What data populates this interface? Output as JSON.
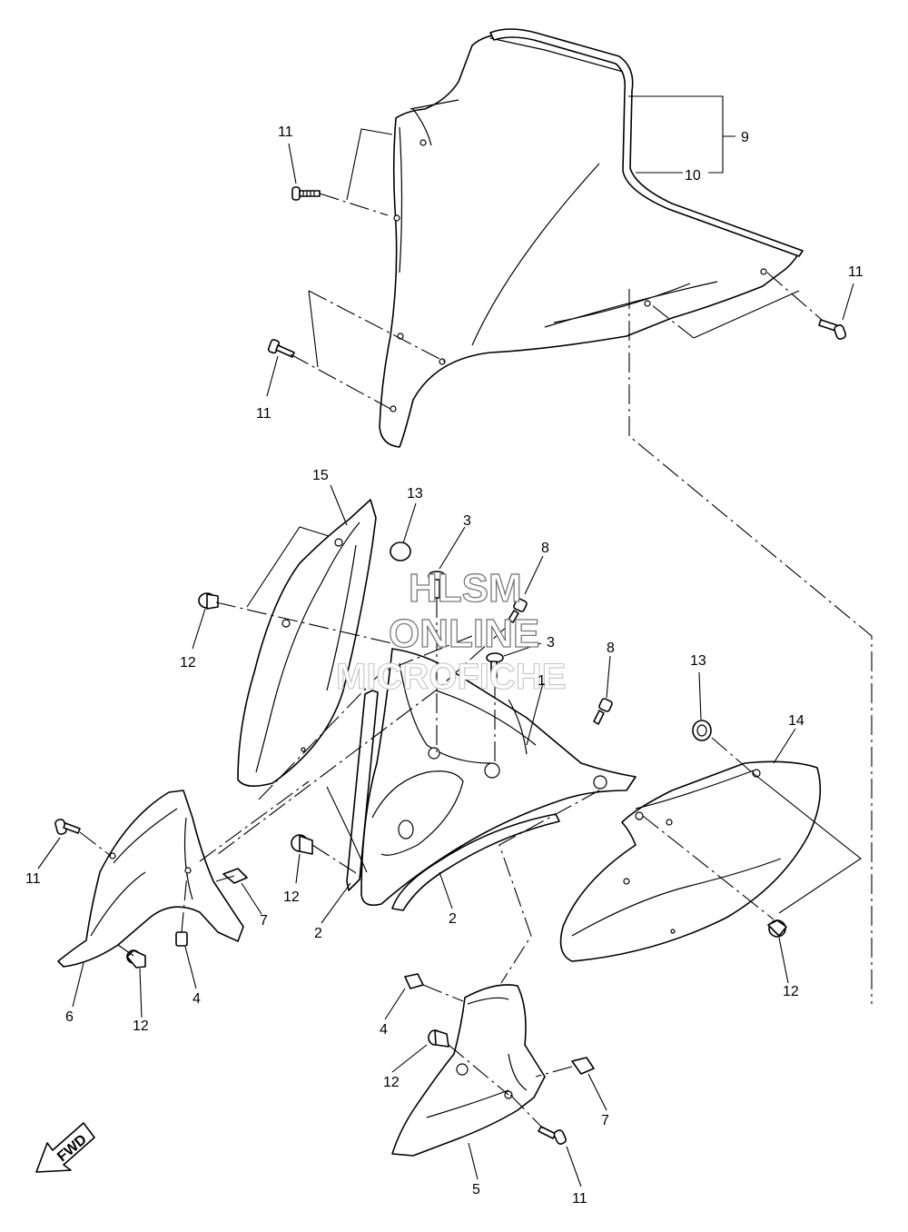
{
  "watermark": {
    "line1": "HLSM",
    "line2": "ONLINE",
    "line3": "MICROFICHE"
  },
  "fwd_label": "FWD",
  "callouts": {
    "c1": "1",
    "c2a": "2",
    "c2b": "2",
    "c3a": "3",
    "c3b": "3",
    "c4a": "4",
    "c4b": "4",
    "c5": "5",
    "c6": "6",
    "c7a": "7",
    "c7b": "7",
    "c8a": "8",
    "c8b": "8",
    "c9": "9",
    "c10": "10",
    "c11a": "11",
    "c11b": "11",
    "c11c": "11",
    "c11d": "11",
    "c11e": "11",
    "c12a": "12",
    "c12b": "12",
    "c12c": "12",
    "c12d": "12",
    "c12e": "12",
    "c13a": "13",
    "c13b": "13",
    "c14": "14",
    "c15": "15"
  }
}
